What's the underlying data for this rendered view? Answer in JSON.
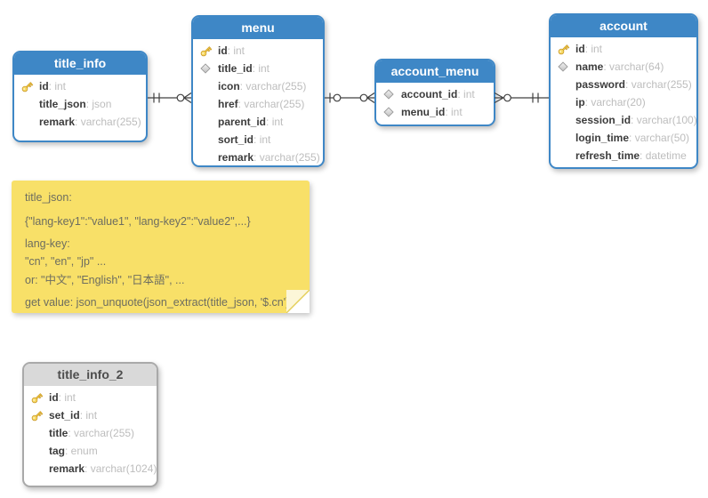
{
  "colors": {
    "header_blue": "#3E87C6",
    "header_gray_bg": "#D9D9D9",
    "gray_border": "#A9A9A9",
    "note_bg": "#F8E068",
    "field_name_color": "#3C3C3C",
    "field_type_color": "#BDBDBD",
    "connector_color": "#404040",
    "key_icon_color": "#F5CE42"
  },
  "tables": [
    {
      "name": "title_info",
      "style": "blue",
      "columns": [
        {
          "icon": "key-icon",
          "name": "id",
          "type": "int"
        },
        {
          "icon": "none",
          "name": "title_json",
          "type": "json"
        },
        {
          "icon": "none",
          "name": "remark",
          "type": "varchar(255)"
        }
      ]
    },
    {
      "name": "menu",
      "style": "blue",
      "columns": [
        {
          "icon": "key-icon",
          "name": "id",
          "type": "int"
        },
        {
          "icon": "diamond-icon",
          "name": "title_id",
          "type": "int"
        },
        {
          "icon": "none",
          "name": "icon",
          "type": "varchar(255)"
        },
        {
          "icon": "none",
          "name": "href",
          "type": "varchar(255)"
        },
        {
          "icon": "none",
          "name": "parent_id",
          "type": "int"
        },
        {
          "icon": "none",
          "name": "sort_id",
          "type": "int"
        },
        {
          "icon": "none",
          "name": "remark",
          "type": "varchar(255)"
        }
      ]
    },
    {
      "name": "account_menu",
      "style": "blue",
      "columns": [
        {
          "icon": "diamond-icon",
          "name": "account_id",
          "type": "int"
        },
        {
          "icon": "diamond-icon",
          "name": "menu_id",
          "type": "int"
        }
      ]
    },
    {
      "name": "account",
      "style": "blue",
      "columns": [
        {
          "icon": "key-icon",
          "name": "id",
          "type": "int"
        },
        {
          "icon": "diamond-icon",
          "name": "name",
          "type": "varchar(64)"
        },
        {
          "icon": "none",
          "name": "password",
          "type": "varchar(255)"
        },
        {
          "icon": "none",
          "name": "ip",
          "type": "varchar(20)"
        },
        {
          "icon": "none",
          "name": "session_id",
          "type": "varchar(100)"
        },
        {
          "icon": "none",
          "name": "login_time",
          "type": "varchar(50)"
        },
        {
          "icon": "none",
          "name": "refresh_time",
          "type": "datetime"
        }
      ]
    },
    {
      "name": "title_info_2",
      "style": "gray",
      "columns": [
        {
          "icon": "key-icon",
          "name": "id",
          "type": "int"
        },
        {
          "icon": "key-icon",
          "name": "set_id",
          "type": "int"
        },
        {
          "icon": "none",
          "name": "title",
          "type": "varchar(255)"
        },
        {
          "icon": "none",
          "name": "tag",
          "type": "enum"
        },
        {
          "icon": "none",
          "name": "remark",
          "type": "varchar(1024)"
        }
      ]
    }
  ],
  "relations": [
    {
      "from": "title_info",
      "to": "menu",
      "from_symbol": "one-and-only-one",
      "to_symbol": "zero-or-many"
    },
    {
      "from": "menu",
      "to": "account_menu",
      "from_symbol": "zero-or-one",
      "to_symbol": "zero-or-many"
    },
    {
      "from": "account_menu",
      "to": "account",
      "from_symbol": "zero-or-many",
      "to_symbol": "one-and-only-one"
    }
  ],
  "note": {
    "lines": [
      "title_json:",
      "{\"lang-key1\":\"value1\", \"lang-key2\":\"value2\",...}",
      "lang-key:",
      "\"cn\", \"en\", \"jp\" ...",
      "or: \"中文\", \"English\", \"日本語\", ...",
      "get value: json_unquote(json_extract(title_json, '$.cn')"
    ]
  }
}
